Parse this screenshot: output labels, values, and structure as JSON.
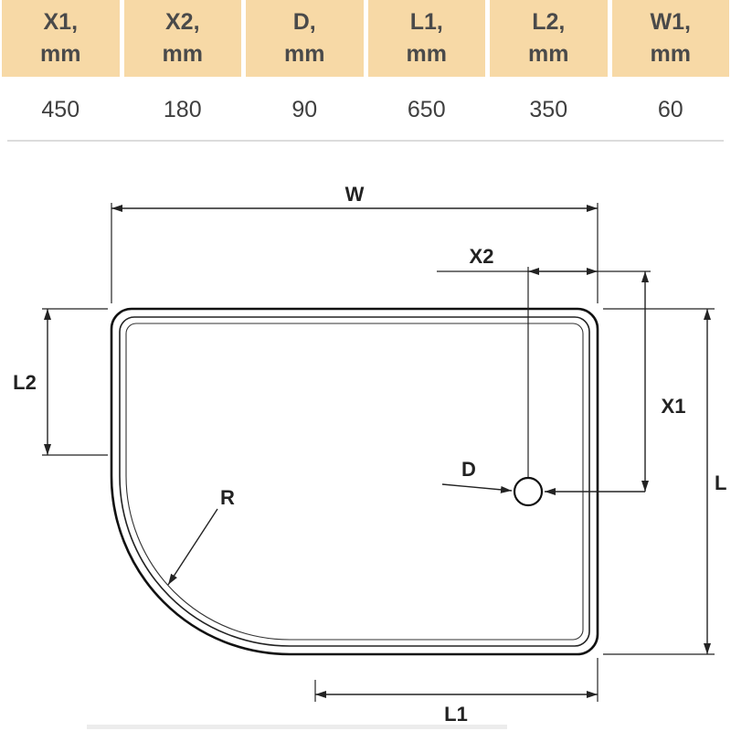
{
  "table": {
    "headers": [
      {
        "line1": "X1,",
        "line2": "mm"
      },
      {
        "line1": "X2,",
        "line2": "mm"
      },
      {
        "line1": "D,",
        "line2": "mm"
      },
      {
        "line1": "L1,",
        "line2": "mm"
      },
      {
        "line1": "L2,",
        "line2": "mm"
      },
      {
        "line1": "W1,",
        "line2": "mm"
      }
    ],
    "values": [
      "450",
      "180",
      "90",
      "650",
      "350",
      "60"
    ]
  },
  "diagram": {
    "labels": {
      "width": "W",
      "x2": "X2",
      "l2": "L2",
      "x1": "X1",
      "length": "L",
      "drain": "D",
      "radius": "R",
      "l1": "L1"
    }
  },
  "colors": {
    "header_bg": "#f7d9a6",
    "header_text": "#4a4a4a",
    "value_text": "#3f3f3f"
  }
}
